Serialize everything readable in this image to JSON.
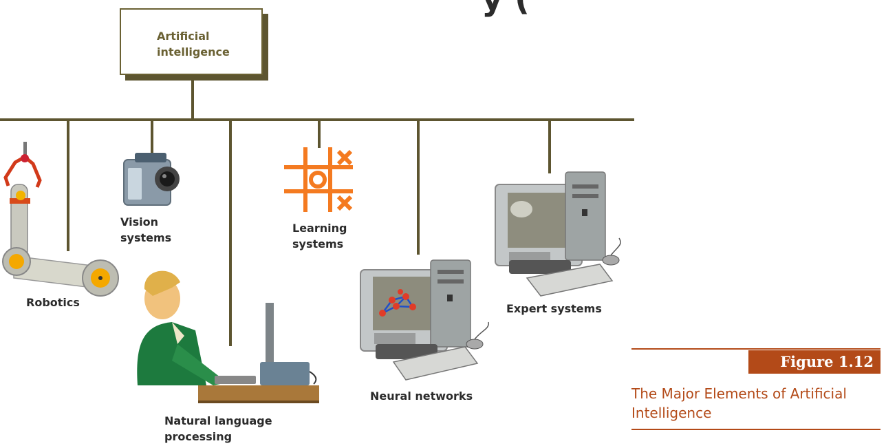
{
  "top_title_fragment": "y (",
  "root_node": {
    "label": "Artificial\nintelligence"
  },
  "branches": [
    {
      "id": "robotics",
      "label": "Robotics",
      "icon": "robotic-arm-icon"
    },
    {
      "id": "vision",
      "label": "Vision\nsystems",
      "icon": "camera-icon"
    },
    {
      "id": "nlp",
      "label": "Natural language\nprocessing",
      "icon": "person-typing-icon"
    },
    {
      "id": "learning",
      "label": "Learning\nsystems",
      "icon": "tic-tac-toe-icon"
    },
    {
      "id": "neural",
      "label": "Neural networks",
      "icon": "computer-network-icon"
    },
    {
      "id": "expert",
      "label": "Expert systems",
      "icon": "computer-icon"
    }
  ],
  "figure": {
    "number": "Figure 1.12",
    "caption": "The Major Elements of Artificial Intelligence"
  },
  "colors": {
    "connector": "#5d5530",
    "accent": "#b34a18",
    "tic_tac_toe": "#f47a20",
    "label_text": "#2b2b2b"
  }
}
